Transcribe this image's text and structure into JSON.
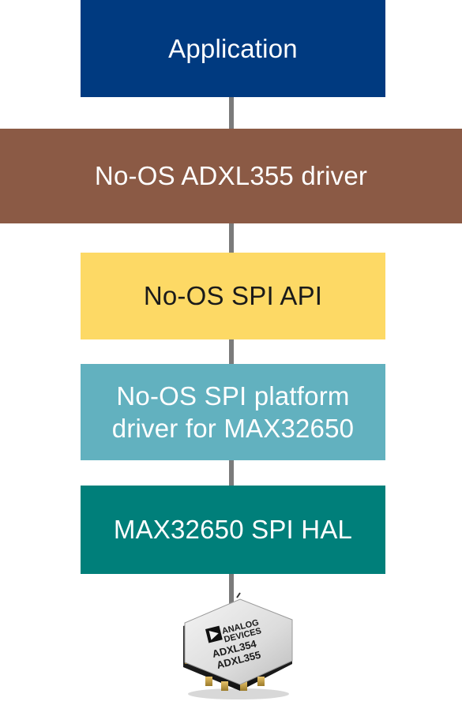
{
  "colors": {
    "connector": "#7b7b7b",
    "application_bg": "#003a80",
    "application_text": "#ffffff",
    "driver_bg": "#8b5a45",
    "driver_text": "#ffffff",
    "spi_api_bg": "#fdd965",
    "spi_api_text": "#1a1a1a",
    "platform_bg": "#62b1bf",
    "platform_text": "#ffffff",
    "hal_bg": "#007f7a",
    "hal_text": "#ffffff"
  },
  "layers": {
    "application": "Application",
    "driver": "No-OS ADXL355 driver",
    "spi_api": "No-OS SPI API",
    "platform": "No-OS SPI platform\ndriver for MAX32650",
    "hal": "MAX32650 SPI HAL"
  },
  "chip": {
    "brand_line1": "ANALOG",
    "brand_line2": "DEVICES",
    "part_line1": "ADXL354",
    "part_line2": "ADXL355",
    "logo_icon": "analog-devices-triangle-icon"
  }
}
